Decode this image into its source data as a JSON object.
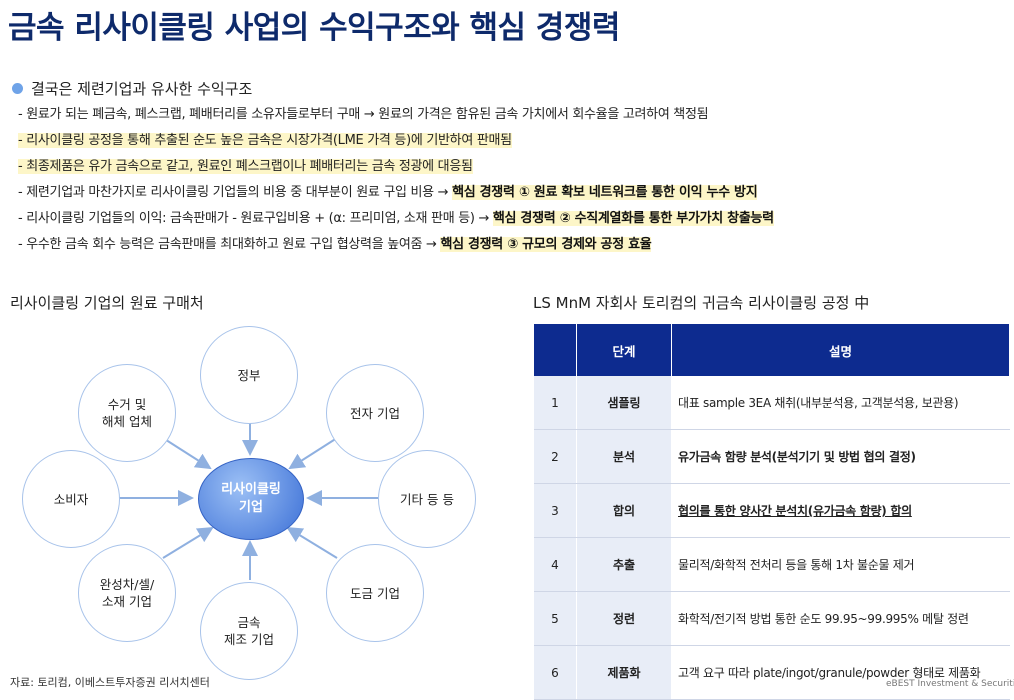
{
  "title": "금속 리사이클링 사업의 수익구조와 핵심 경쟁력",
  "section": {
    "heading": "결국은 제련기업과 유사한 수익구조",
    "bullets": [
      {
        "text": "- 원료가 되는 폐금속, 폐스크랩, 폐배터리를 소유자들로부터 구매 → 원료의 가격은 함유된 금속 가치에서 회수율을 고려하여 책정됨",
        "strong": ""
      },
      {
        "text": "- 리사이클링 공정을 통해 추출된 순도 높은 금속은 시장가격(LME 가격 등)에 기반하여 판매됨",
        "strong": ""
      },
      {
        "text": "- 최종제품은 유가 금속으로 같고, 원료인 폐스크랩이나 폐배터리는 금속 정광에 대응됨",
        "strong": ""
      },
      {
        "text": "- 제련기업과 마찬가지로 리사이클링 기업들의 비용 중 대부분이 원료 구입 비용 → ",
        "strong": "핵심 경쟁력 ① 원료 확보 네트워크를 통한 이익 누수 방지"
      },
      {
        "text": "- 리사이클링 기업들의 이익: 금속판매가 - 원료구입비용 + (α: 프리미엄, 소재 판매 등) → ",
        "strong": "핵심 경쟁력 ② 수직계열화를 통한 부가가치 창출능력"
      },
      {
        "text": "- 우수한 금속 회수 능력은 금속판매를 최대화하고 원료 구입 협상력을 높여줌 → ",
        "strong": "핵심 경쟁력 ③ 규모의 경제와 공정 효율"
      }
    ]
  },
  "left_title": "리사이클링 기업의 원료 구매처",
  "right_title": "LS MnM 자회사 토리컴의 귀금속 리사이클링 공정 中",
  "diagram": {
    "center": "리사이클링\n기업",
    "nodes": {
      "top": "정부",
      "top_left": "수거 및\n해체 업체",
      "top_right": "전자 기업",
      "left": "소비자",
      "right": "기타 등 등",
      "bottom_left": "완성차/셀/\n소재 기업",
      "bottom": "금속\n제조 기업",
      "bottom_right": "도금 기업"
    }
  },
  "table": {
    "headers": [
      "",
      "단계",
      "설명"
    ],
    "rows": [
      {
        "no": "1",
        "step": "샘플링",
        "desc": "대표 sample 3EA 채취(내부분석용, 고객분석용, 보관용)"
      },
      {
        "no": "2",
        "step": "분석",
        "desc": "유가금속 함량 분석(분석기기 및 방법 협의 결정)"
      },
      {
        "no": "3",
        "step": "합의",
        "desc": "협의를 통한 양사간 분석치(유가금속 함량) 합의"
      },
      {
        "no": "4",
        "step": "추출",
        "desc": "물리적/화학적 전처리 등을 통해 1차 불순물 제거"
      },
      {
        "no": "5",
        "step": "정련",
        "desc": "화학적/전기적 방법 통한 순도 99.95~99.995% 메탈 정련"
      },
      {
        "no": "6",
        "step": "제품화",
        "desc": "고객 요구 따라 plate/ingot/granule/powder 형태로 제품화"
      }
    ]
  },
  "source": "자료: 토리컴, 이베스트투자증권 리서치센터",
  "brand": "eBEST Investment & Securities",
  "colors": {
    "title": "#0e2a6b",
    "table_header": "#0d2b8f",
    "highlight": "#fdf6c8",
    "bubble_border": "#a8c3ea",
    "center": "#3b6fd6"
  }
}
